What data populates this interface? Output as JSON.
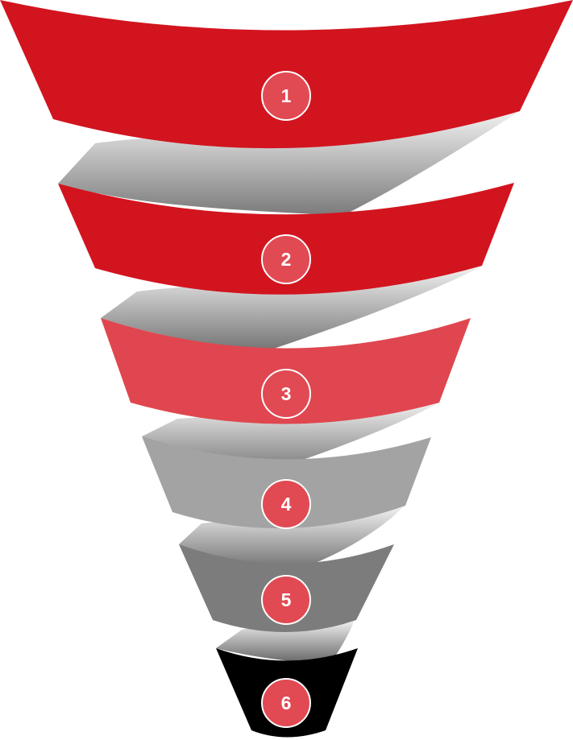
{
  "funnel": {
    "stages": [
      {
        "number": "1",
        "color": "#d2141f",
        "badge_fill": "#e14a53"
      },
      {
        "number": "2",
        "color": "#d2141f",
        "badge_fill": "#e14a53"
      },
      {
        "number": "3",
        "color": "#e0464f",
        "badge_fill": "#e14a53"
      },
      {
        "number": "4",
        "color": "#a3a3a3",
        "badge_fill": "#e14a53"
      },
      {
        "number": "5",
        "color": "#7c7c7c",
        "badge_fill": "#e14a53"
      },
      {
        "number": "6",
        "color": "#000000",
        "badge_fill": "#e14a53"
      }
    ],
    "ribbon_colors": {
      "light": "#f4f4f4",
      "dark": "#7a7a7a"
    }
  }
}
